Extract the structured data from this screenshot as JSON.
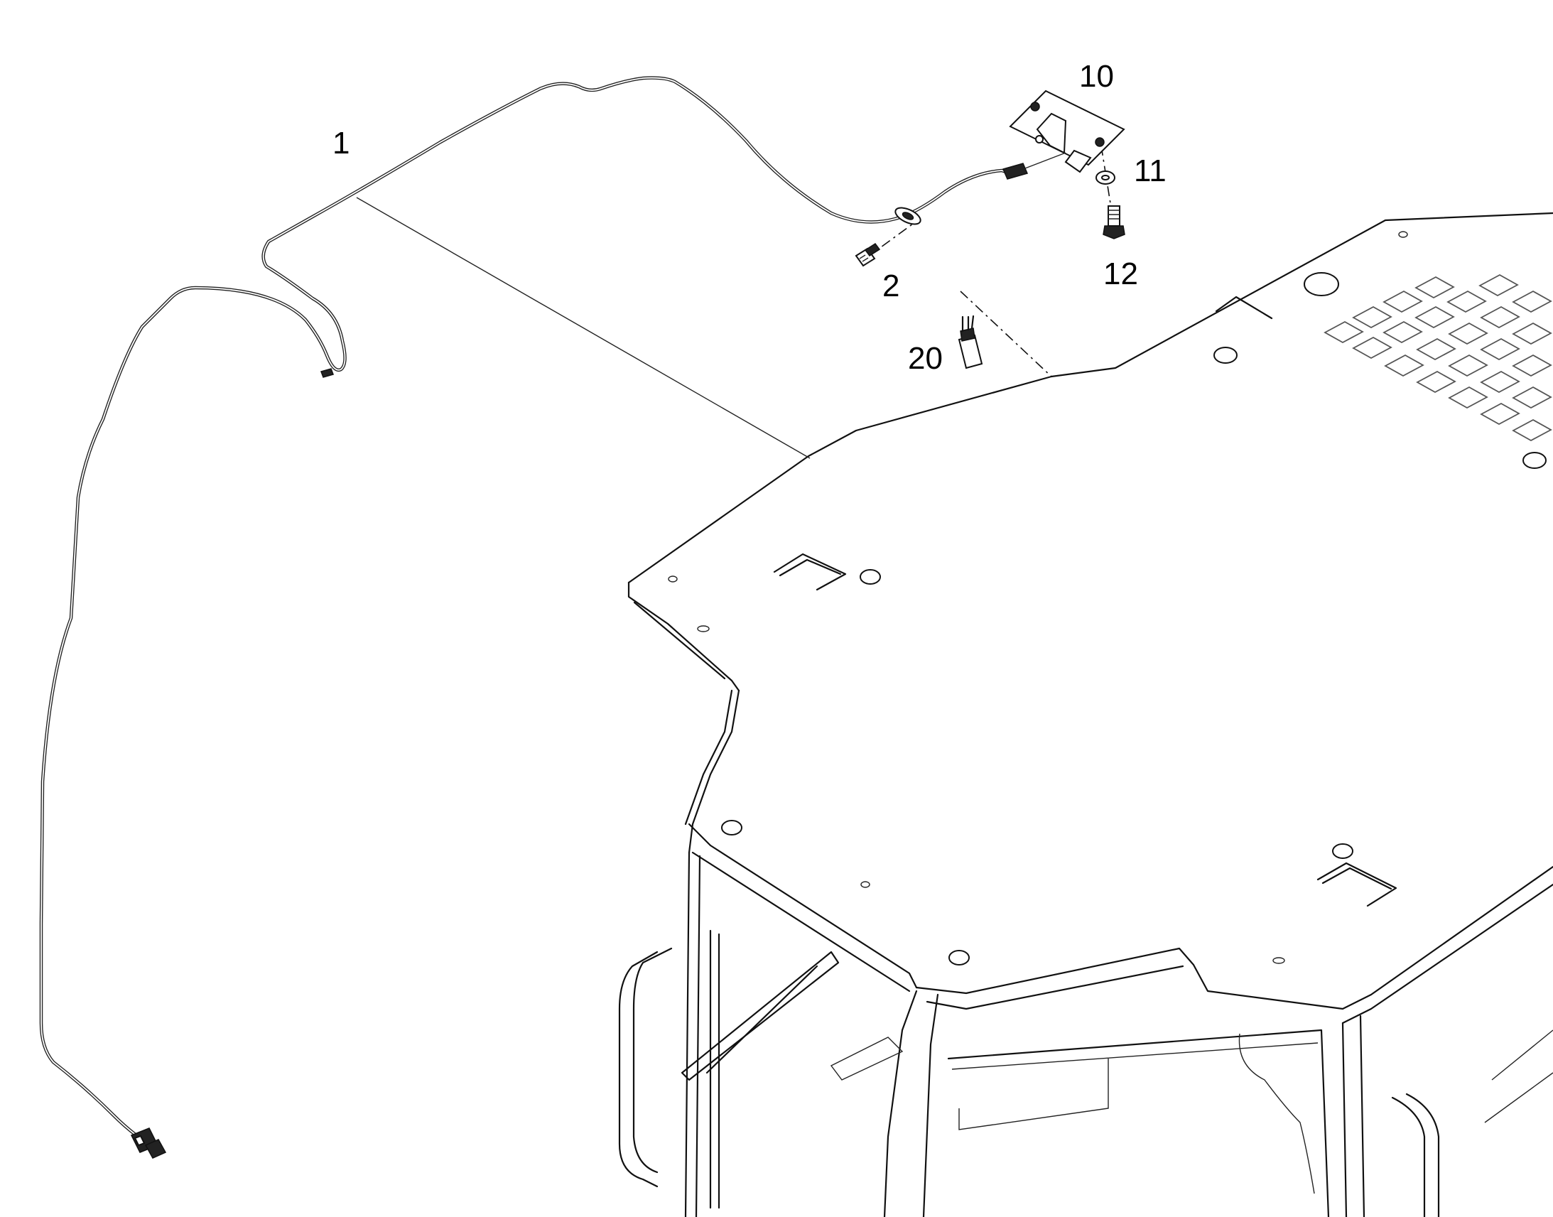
{
  "callouts": {
    "item_1": "1",
    "item_2": "2",
    "item_10": "10",
    "item_11": "11",
    "item_12": "12",
    "item_20": "20"
  }
}
